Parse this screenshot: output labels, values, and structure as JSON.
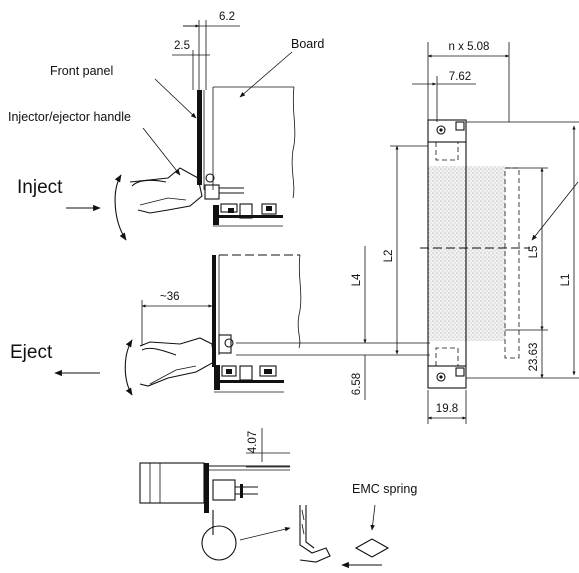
{
  "labels": {
    "board": "Board",
    "front_panel": "Front panel",
    "injector_handle": "Injector/ejector handle",
    "inject": "Inject",
    "eject": "Eject",
    "emc_spring": "EMC spring"
  },
  "dimensions": {
    "d_6_2": "6.2",
    "d_2_5": "2.5",
    "d_36": "~36",
    "d_n508": "n x 5.08",
    "d_7_62": "7.62",
    "d_19_8": "19.8",
    "d_23_63": "23.63",
    "d_6_58": "6.58",
    "d_4_07": "4.07",
    "L1": "L1",
    "L2": "L2",
    "L4": "L4",
    "L5": "L5"
  }
}
